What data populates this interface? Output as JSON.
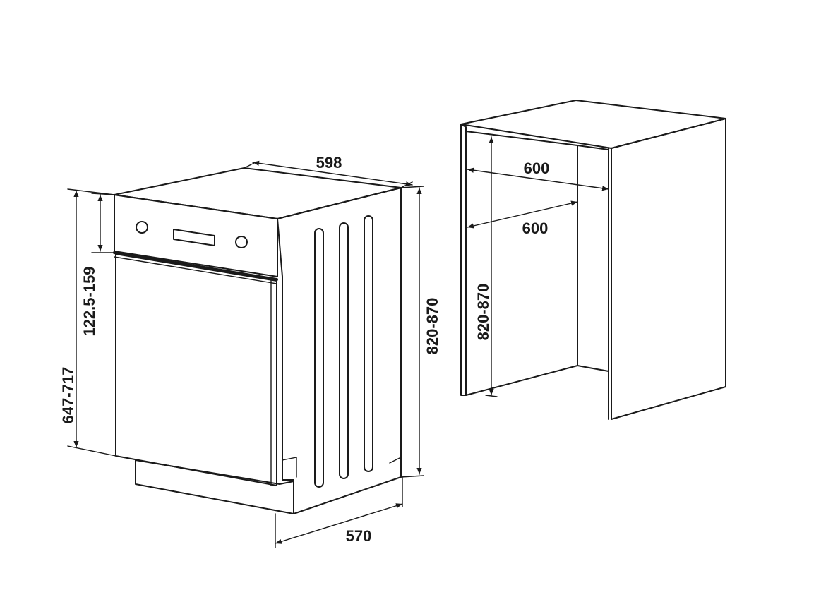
{
  "dishwasher": {
    "labels": {
      "width_top": "598",
      "depth_bottom": "570",
      "height_right": "820-870",
      "panel_height": "122.5-159",
      "door_height": "647-717"
    }
  },
  "niche": {
    "labels": {
      "width": "600",
      "depth": "600",
      "height": "820-870"
    }
  }
}
